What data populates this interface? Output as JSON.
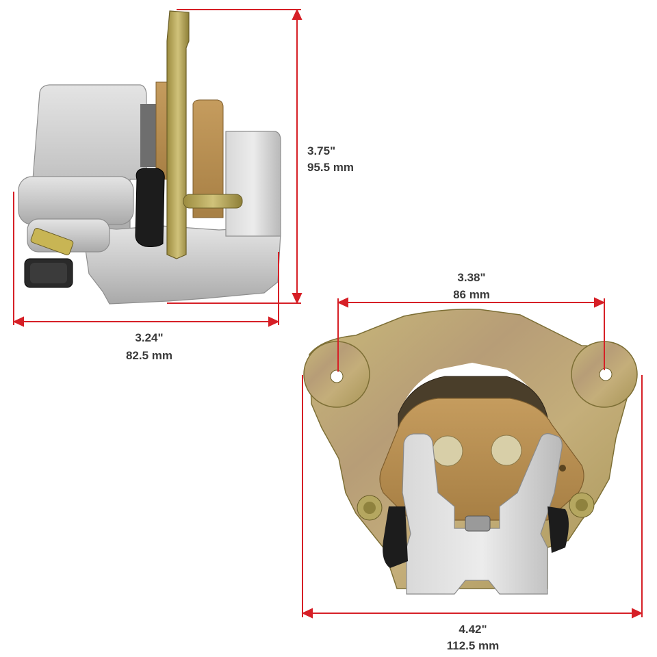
{
  "colors": {
    "dimension_line": "#d61f26",
    "label_text": "#3a3a3a",
    "silver": "#c9c9c9",
    "bracket": "#b5a464",
    "pad": "#b48a4e"
  },
  "icons": [
    "arrow-icon"
  ],
  "dimensions": {
    "side_height": {
      "inches": "3.75\"",
      "mm": "95.5 mm"
    },
    "side_width": {
      "inches": "3.24\"",
      "mm": "82.5 mm"
    },
    "hole_spacing": {
      "inches": "3.38\"",
      "mm": "86 mm"
    },
    "front_width": {
      "inches": "4.42\"",
      "mm": "112.5 mm"
    }
  }
}
